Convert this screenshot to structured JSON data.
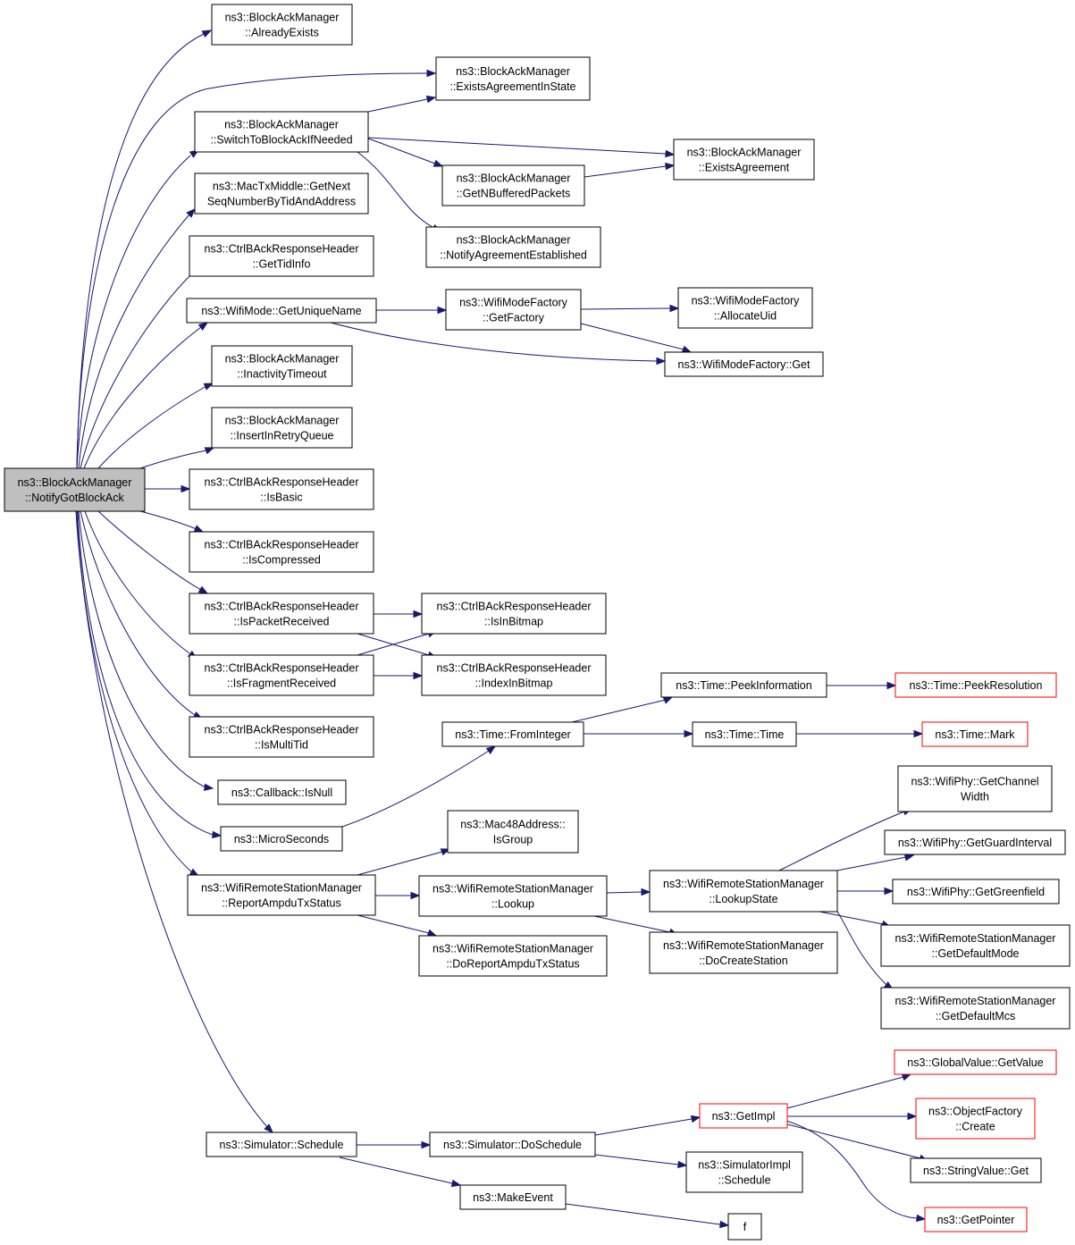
{
  "colors": {
    "edge": "#191970",
    "node_border": "#000000",
    "external_border": "#ff0000",
    "root_fill": "#bfbfbf"
  },
  "nodes": {
    "root": {
      "lines": [
        "ns3::BlockAckManager",
        "::NotifyGotBlockAck"
      ]
    },
    "already_exists": {
      "lines": [
        "ns3::BlockAckManager",
        "::AlreadyExists"
      ]
    },
    "exists_agreement_in_state": {
      "lines": [
        "ns3::BlockAckManager",
        "::ExistsAgreementInState"
      ]
    },
    "switch_to_block_ack": {
      "lines": [
        "ns3::BlockAckManager",
        "::SwitchToBlockAckIfNeeded"
      ]
    },
    "exists_agreement": {
      "lines": [
        "ns3::BlockAckManager",
        "::ExistsAgreement"
      ]
    },
    "get_nbuffered_packets": {
      "lines": [
        "ns3::BlockAckManager",
        "::GetNBufferedPackets"
      ]
    },
    "get_next_seq": {
      "lines": [
        "ns3::MacTxMiddle::GetNext",
        "SeqNumberByTidAndAddress"
      ]
    },
    "notify_agreement_established": {
      "lines": [
        "ns3::BlockAckManager",
        "::NotifyAgreementEstablished"
      ]
    },
    "get_tid_info": {
      "lines": [
        "ns3::CtrlBAckResponseHeader",
        "::GetTidInfo"
      ]
    },
    "get_unique_name": {
      "lines": [
        "ns3::WifiMode::GetUniqueName"
      ]
    },
    "get_factory": {
      "lines": [
        "ns3::WifiModeFactory",
        "::GetFactory"
      ]
    },
    "allocate_uid": {
      "lines": [
        "ns3::WifiModeFactory",
        "::AllocateUid"
      ]
    },
    "wifi_mode_factory_get": {
      "lines": [
        "ns3::WifiModeFactory::Get"
      ]
    },
    "inactivity_timeout": {
      "lines": [
        "ns3::BlockAckManager",
        "::InactivityTimeout"
      ]
    },
    "insert_in_retry_queue": {
      "lines": [
        "ns3::BlockAckManager",
        "::InsertInRetryQueue"
      ]
    },
    "is_basic": {
      "lines": [
        "ns3::CtrlBAckResponseHeader",
        "::IsBasic"
      ]
    },
    "is_compressed": {
      "lines": [
        "ns3::CtrlBAckResponseHeader",
        "::IsCompressed"
      ]
    },
    "is_packet_received": {
      "lines": [
        "ns3::CtrlBAckResponseHeader",
        "::IsPacketReceived"
      ]
    },
    "is_in_bitmap": {
      "lines": [
        "ns3::CtrlBAckResponseHeader",
        "::IsInBitmap"
      ]
    },
    "is_fragment_received": {
      "lines": [
        "ns3::CtrlBAckResponseHeader",
        "::IsFragmentReceived"
      ]
    },
    "index_in_bitmap": {
      "lines": [
        "ns3::CtrlBAckResponseHeader",
        "::IndexInBitmap"
      ]
    },
    "peek_information": {
      "lines": [
        "ns3::Time::PeekInformation"
      ]
    },
    "peek_resolution": {
      "lines": [
        "ns3::Time::PeekResolution"
      ]
    },
    "is_multi_tid": {
      "lines": [
        "ns3::CtrlBAckResponseHeader",
        "::IsMultiTid"
      ]
    },
    "from_integer": {
      "lines": [
        "ns3::Time::FromInteger"
      ]
    },
    "time_time": {
      "lines": [
        "ns3::Time::Time"
      ]
    },
    "time_mark": {
      "lines": [
        "ns3::Time::Mark"
      ]
    },
    "callback_is_null": {
      "lines": [
        "ns3::Callback::IsNull"
      ]
    },
    "get_channel_width": {
      "lines": [
        "ns3::WifiPhy::GetChannel",
        "Width"
      ]
    },
    "micro_seconds": {
      "lines": [
        "ns3::MicroSeconds"
      ]
    },
    "mac48_is_group": {
      "lines": [
        "ns3::Mac48Address::",
        "IsGroup"
      ]
    },
    "get_guard_interval": {
      "lines": [
        "ns3::WifiPhy::GetGuardInterval"
      ]
    },
    "report_ampdu": {
      "lines": [
        "ns3::WifiRemoteStationManager",
        "::ReportAmpduTxStatus"
      ]
    },
    "lookup": {
      "lines": [
        "ns3::WifiRemoteStationManager",
        "::Lookup"
      ]
    },
    "lookup_state": {
      "lines": [
        "ns3::WifiRemoteStationManager",
        "::LookupState"
      ]
    },
    "get_greenfield": {
      "lines": [
        "ns3::WifiPhy::GetGreenfield"
      ]
    },
    "get_default_mode": {
      "lines": [
        "ns3::WifiRemoteStationManager",
        "::GetDefaultMode"
      ]
    },
    "do_report_ampdu": {
      "lines": [
        "ns3::WifiRemoteStationManager",
        "::DoReportAmpduTxStatus"
      ]
    },
    "do_create_station": {
      "lines": [
        "ns3::WifiRemoteStationManager",
        "::DoCreateStation"
      ]
    },
    "get_default_mcs": {
      "lines": [
        "ns3::WifiRemoteStationManager",
        "::GetDefaultMcs"
      ]
    },
    "global_get_value": {
      "lines": [
        "ns3::GlobalValue::GetValue"
      ]
    },
    "get_impl": {
      "lines": [
        "ns3::GetImpl"
      ]
    },
    "object_factory_create": {
      "lines": [
        "ns3::ObjectFactory",
        "::Create"
      ]
    },
    "simulator_schedule": {
      "lines": [
        "ns3::Simulator::Schedule"
      ]
    },
    "simulator_do_schedule": {
      "lines": [
        "ns3::Simulator::DoSchedule"
      ]
    },
    "string_value_get": {
      "lines": [
        "ns3::StringValue::Get"
      ]
    },
    "simulator_impl_schedule": {
      "lines": [
        "ns3::SimulatorImpl",
        "::Schedule"
      ]
    },
    "make_event": {
      "lines": [
        "ns3::MakeEvent"
      ]
    },
    "get_pointer": {
      "lines": [
        "ns3::GetPointer"
      ]
    },
    "f": {
      "lines": [
        "f"
      ]
    }
  }
}
